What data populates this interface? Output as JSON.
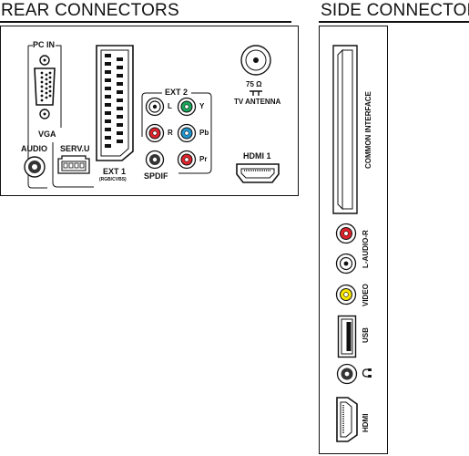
{
  "rear": {
    "title": "REAR CONNECTORS",
    "pc_in": "PC IN",
    "vga": "VGA",
    "audio": "AUDIO",
    "servu": "SERV.U",
    "ext1": "EXT 1",
    "ext1_sub": "(RGB/CVBS)",
    "ext2": "EXT 2",
    "ext2_l": "L",
    "ext2_r": "R",
    "ext2_y": "Y",
    "ext2_pb": "Pb",
    "ext2_pr": "Pr",
    "spdif": "SPDIF",
    "ohm": "75 Ω",
    "tv_antenna": "TV ANTENNA",
    "hdmi1": "HDMI 1"
  },
  "side": {
    "title": "SIDE CONNECTORS",
    "common_interface": "COMMON INTERFACE",
    "l_audio_r": "L-AUDIO-R",
    "video": "VIDEO",
    "usb": "USB",
    "headphone_icon": "headphone-icon",
    "hdmi": "HDMI"
  },
  "colors": {
    "red": "#e0222b",
    "green": "#1aa65a",
    "blue": "#1f95cf",
    "yellow": "#f5e400",
    "panel_border": "#111111"
  }
}
